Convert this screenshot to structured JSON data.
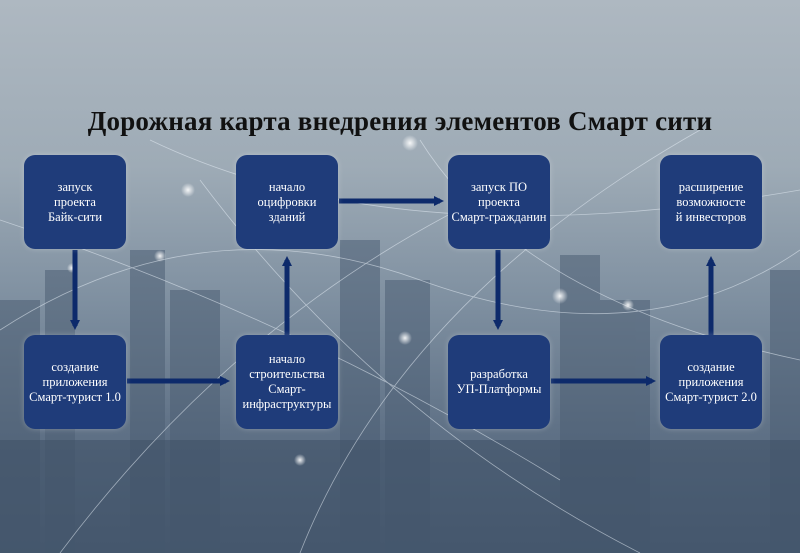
{
  "title": "Дорожная карта внедрения элементов Смарт сити",
  "colors": {
    "node_fill": "#1f3c7a",
    "arrow": "#0d2a6b",
    "title": "#111111"
  },
  "nodes": [
    {
      "id": "bike-city",
      "label": "запуск\nпроекта\nБайк-сити"
    },
    {
      "id": "digitizing-buildings",
      "label": "начало\nоцифровки\nзданий"
    },
    {
      "id": "smart-citizen",
      "label": "запуск ПО\nпроекта\nСмарт-гражданин"
    },
    {
      "id": "investor-expansion",
      "label": "расширение\nвозможносте\nй инвесторов"
    },
    {
      "id": "smart-tourist-1",
      "label": "создание\nприложения\nСмарт-турист 1.0"
    },
    {
      "id": "smart-infrastructure",
      "label": "начало\nстроительства\nСмарт-\nинфраструктуры"
    },
    {
      "id": "up-platform",
      "label": "разработка\nУП-Платформы"
    },
    {
      "id": "smart-tourist-2",
      "label": "создание\nприложения\nСмарт-турист 2.0"
    }
  ]
}
